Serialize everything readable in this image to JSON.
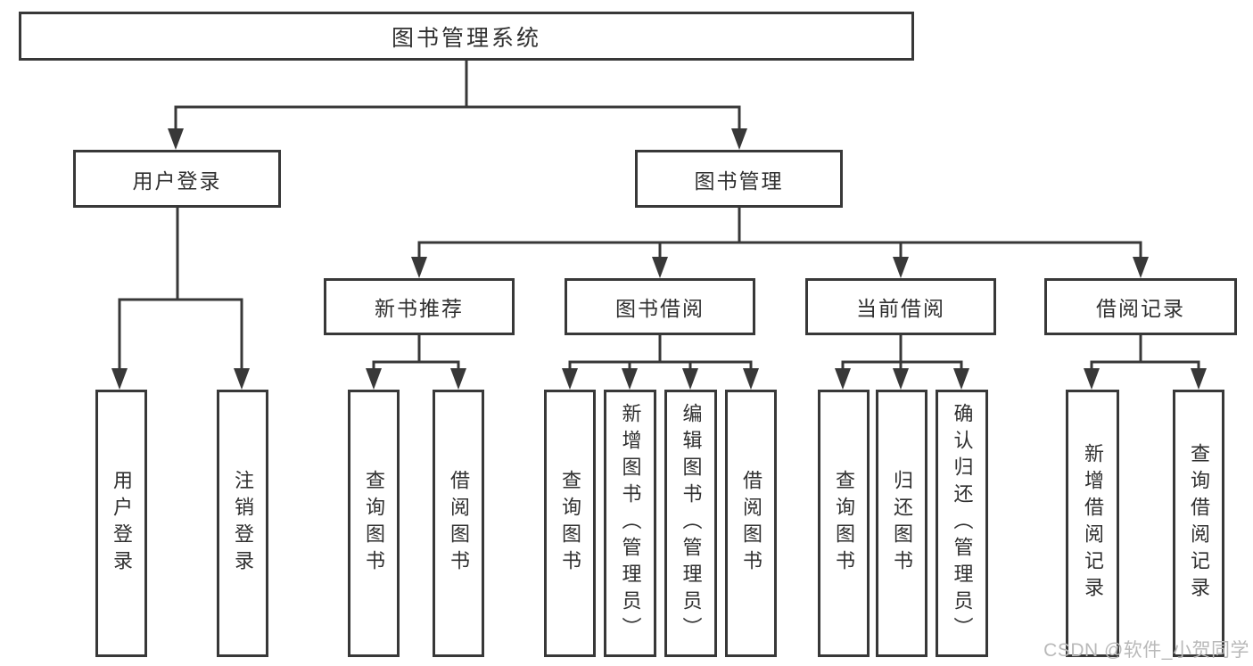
{
  "colors": {
    "line": "#383838",
    "text": "#303030",
    "background": "#ffffff",
    "watermark": "#b9b9b9"
  },
  "watermark": {
    "text": "CSDN @软件_小贺同学"
  },
  "tree": {
    "label": "图书管理系统",
    "children": [
      {
        "label": "用户登录",
        "children": [
          {
            "label": "用户登录"
          },
          {
            "label": "注销登录"
          }
        ]
      },
      {
        "label": "图书管理",
        "children": [
          {
            "label": "新书推荐",
            "children": [
              {
                "label": "查询图书"
              },
              {
                "label": "借阅图书"
              }
            ]
          },
          {
            "label": "图书借阅",
            "children": [
              {
                "label": "查询图书"
              },
              {
                "label": "新增图书（管理员）"
              },
              {
                "label": "编辑图书（管理员）"
              },
              {
                "label": "借阅图书"
              }
            ]
          },
          {
            "label": "当前借阅",
            "children": [
              {
                "label": "查询图书"
              },
              {
                "label": "归还图书"
              },
              {
                "label": "确认归还（管理员）"
              }
            ]
          },
          {
            "label": "借阅记录",
            "children": [
              {
                "label": "新增借阅记录"
              },
              {
                "label": "查询借阅记录"
              }
            ]
          }
        ]
      }
    ]
  }
}
